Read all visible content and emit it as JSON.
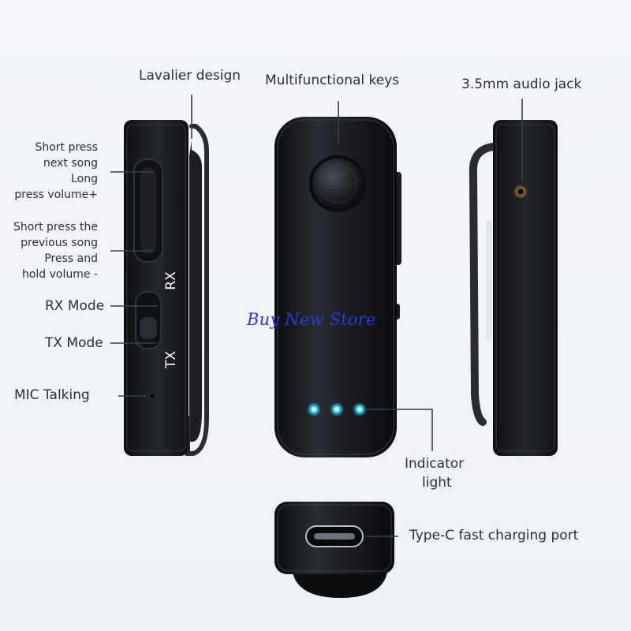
{
  "callouts": {
    "lavalier": "Lavalier design",
    "multifunctional": "Multifunctional keys",
    "audio_jack": "3.5mm audio jack",
    "next_song": [
      "Short press",
      "next song",
      "Long",
      "press volume+"
    ],
    "prev_song": [
      "Short press the",
      "previous song",
      "Press and",
      "hold volume -"
    ],
    "rx_mode": "RX Mode",
    "tx_mode": "TX Mode",
    "mic": "MIC Talking",
    "indicator": [
      "Indicator",
      "light"
    ],
    "typec": "Type-C fast charging port"
  },
  "switch_labels": {
    "rx": "RX",
    "tx": "TX"
  },
  "watermark": "Buy New Store",
  "colors": {
    "device_body": "#15171b",
    "indicator_led": "#2ad4ff",
    "watermark": "#2a38d8",
    "background": "#f1f3f7"
  }
}
